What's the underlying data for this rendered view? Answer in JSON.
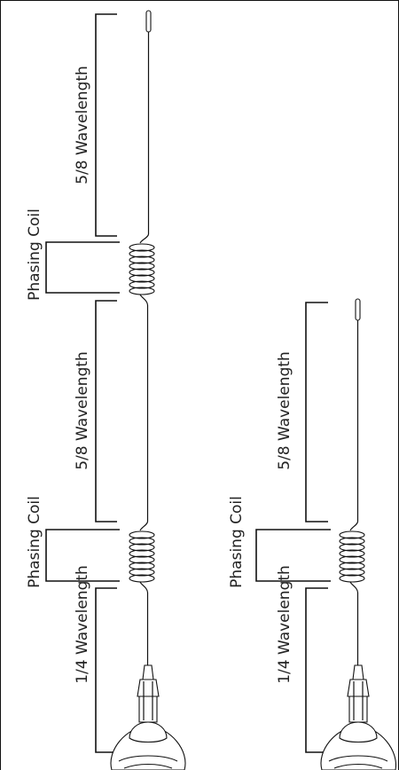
{
  "antennas": [
    {
      "labels": {
        "top_section": "5/8 Wavelength",
        "upper_coil": "Phasing Coil",
        "middle_section": "5/8 Wavelength",
        "lower_coil": "Phasing Coil",
        "bottom_section": "1/4 Wavelength"
      }
    },
    {
      "labels": {
        "top_section": "5/8 Wavelength",
        "coil": "Phasing Coil",
        "bottom_section": "1/4 Wavelength"
      }
    }
  ]
}
